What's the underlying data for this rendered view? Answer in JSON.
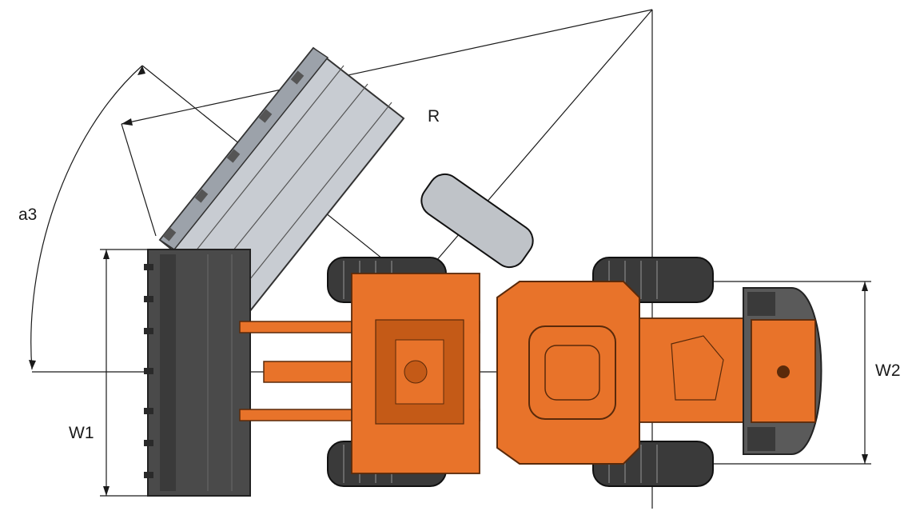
{
  "diagram": {
    "labels": {
      "radius": "R",
      "angle": "a3",
      "width_bucket": "W1",
      "width_machine": "W2"
    },
    "colors": {
      "body_orange": "#e8732a",
      "body_orange_dark": "#c45a17",
      "bucket_dark": "#4a4a4a",
      "bucket_raised": "#c8ccd2",
      "tire": "#3a3a3a",
      "counterweight": "#5a5a5a",
      "line": "#1a1a1a"
    }
  }
}
